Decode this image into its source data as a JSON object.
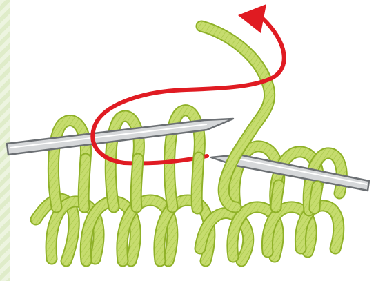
{
  "diagram": {
    "colors": {
      "yarn_fill": "#c6dc6e",
      "yarn_stroke": "#8fb128",
      "yarn_ply": "#a9c94a",
      "needle_fill": "#d6d8da",
      "needle_stroke": "#6b6f73",
      "path_arrow": "#e01b22",
      "background": "#ffffff",
      "border_texture": "#e3efcf"
    },
    "icons": [
      "knitting-needle-left",
      "knitting-needle-right",
      "yarn-working-strand",
      "yarn-stitch-loop",
      "red-direction-arrow"
    ]
  }
}
